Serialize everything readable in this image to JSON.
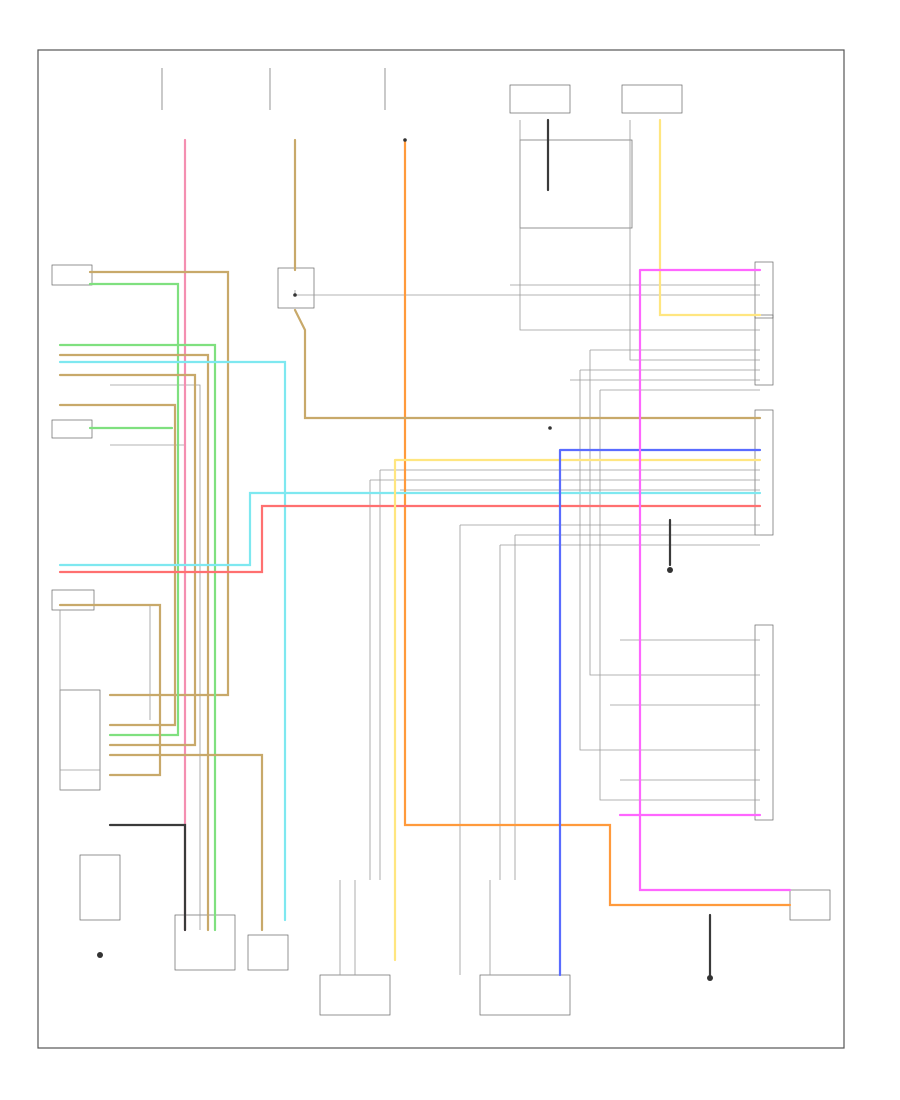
{
  "colors": {
    "frame": "#555555",
    "ground": "#333333",
    "tan": "#c8a96a",
    "orange": "#ff9a3c",
    "pink": "#f48fb1",
    "magenta": "#ff66ff",
    "cyan": "#7ee8f0",
    "green": "#7fe07f",
    "yellow": "#ffe680",
    "red": "#ff7070",
    "blue": "#5a6cff",
    "gray": "#9a9a9a",
    "dark": "#3a3a3a"
  },
  "icons": [
    "ground-symbol",
    "splice-dot",
    "connector-terminal",
    "switch-contact"
  ]
}
